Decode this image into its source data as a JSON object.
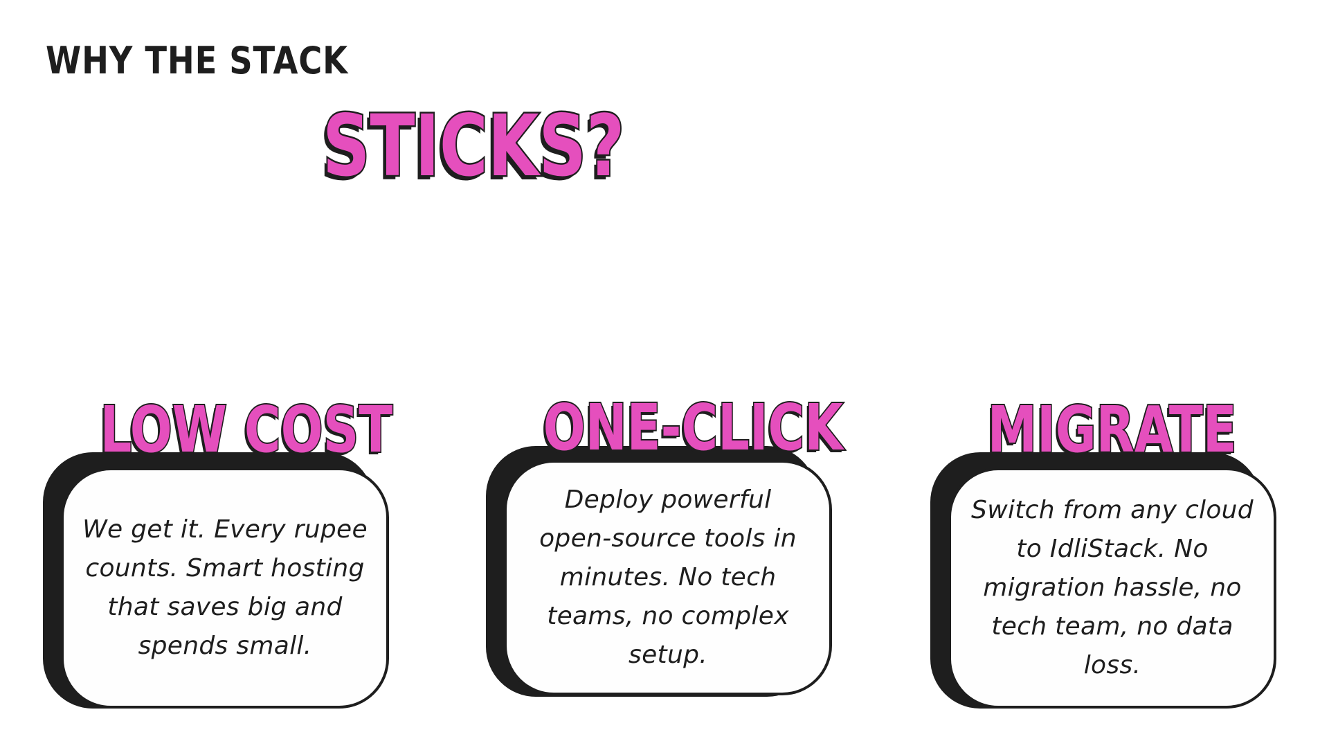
{
  "header": {
    "kicker": "WHY THE STACK",
    "headline": "STICKS?"
  },
  "colors": {
    "accent_pink": "#e54fbd",
    "ink": "#1e1e1e",
    "background": "#ffffff"
  },
  "cards": [
    {
      "title": "LOW COST",
      "body": "We get it. Every rupee counts. Smart hosting that saves big and spends small."
    },
    {
      "title": "ONE-CLICK",
      "body": "Deploy powerful open-source tools in minutes. No tech teams, no complex setup."
    },
    {
      "title": "MIGRATE",
      "body": "Switch from any cloud to IdliStack. No migration hassle, no tech team, no data loss."
    }
  ]
}
